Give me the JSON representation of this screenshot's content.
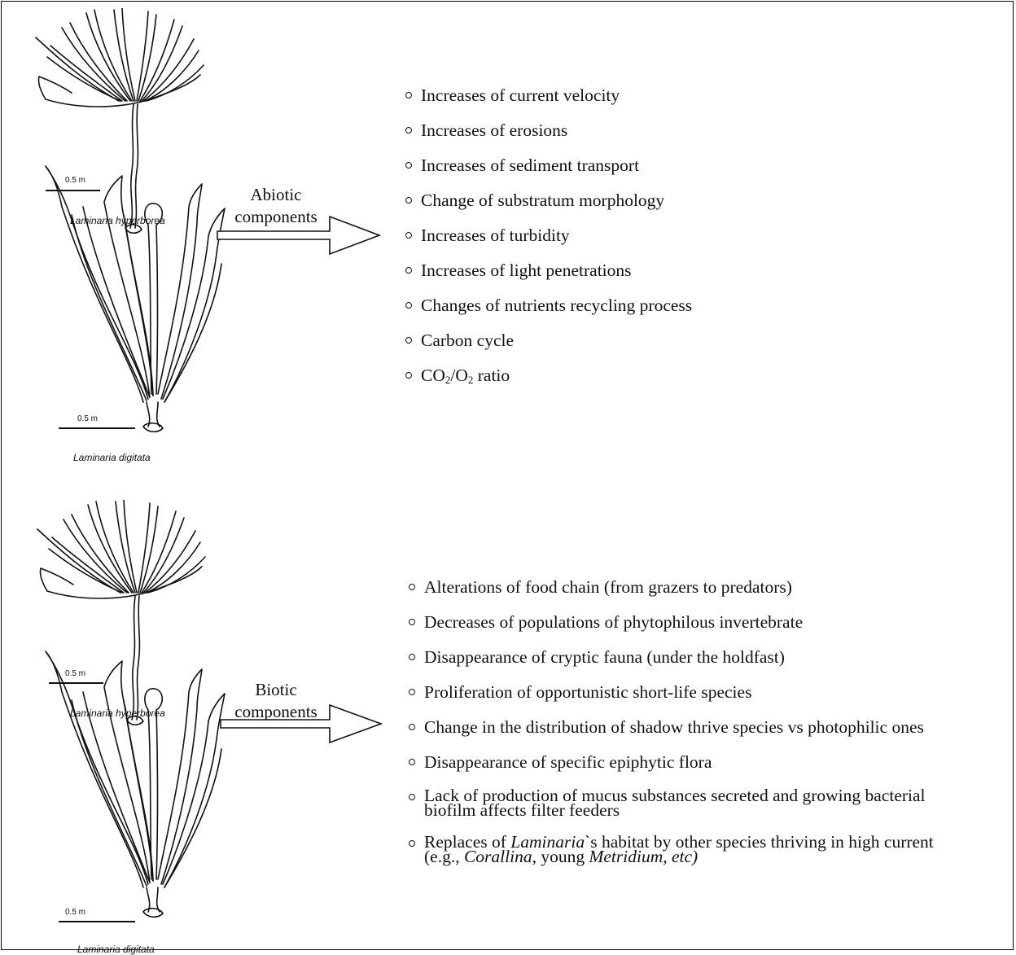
{
  "figure": {
    "panels": [
      {
        "component_label_line1": "Abiotic",
        "component_label_line2": "components",
        "species_top": "Laminaria hyperborea",
        "species_bottom": "Laminaria digitata",
        "scale_top": "0.5 m",
        "scale_bottom": "0.5 m",
        "items": [
          "Increases of current velocity",
          "Increases of erosions",
          "Increases of sediment transport",
          "Change of substratum morphology",
          "Increases of turbidity",
          "Increases of light penetrations",
          "Changes of nutrients recycling process",
          "Carbon cycle"
        ],
        "ratio_item": {
          "co": "CO",
          "sub1": "2",
          "slash": "/O",
          "sub2": "2",
          "rest": " ratio"
        }
      },
      {
        "component_label_line1": "Biotic",
        "component_label_line2": "components",
        "species_top": "Laminaria hyperborea",
        "species_bottom": "Laminaria digitata",
        "scale_top": "0.5 m",
        "scale_bottom": "0.5 m",
        "items": [
          "Alterations of food chain (from grazers to predators)",
          "Decreases of populations of phytophilous invertebrate",
          "Disappearance of cryptic fauna (under the holdfast)",
          "Proliferation of opportunistic short-life species",
          "Change in the distribution of shadow thrive species vs photophilic ones",
          "Disappearance of specific epiphytic flora"
        ],
        "mucus_item": {
          "line1": "Lack of production of mucus substances secreted and growing bacterial",
          "line2": "biofilm affects filter feeders"
        },
        "replace_item": {
          "a": "Replaces of ",
          "b": "Laminaria",
          "c": "`s habitat by other species thriving in high current",
          "d": "(e.g., ",
          "e": "Corallina,",
          "f": " young ",
          "g": "Metridium, etc)"
        }
      }
    ]
  },
  "colors": {
    "ink": "#111111",
    "background": "#ffffff"
  },
  "icons": {
    "bullet": "hollow-circle-icon",
    "arrow": "hollow-right-arrow-icon",
    "kelp_fan": "laminaria-hyperborea-drawing",
    "kelp_strap": "laminaria-digitata-drawing"
  }
}
